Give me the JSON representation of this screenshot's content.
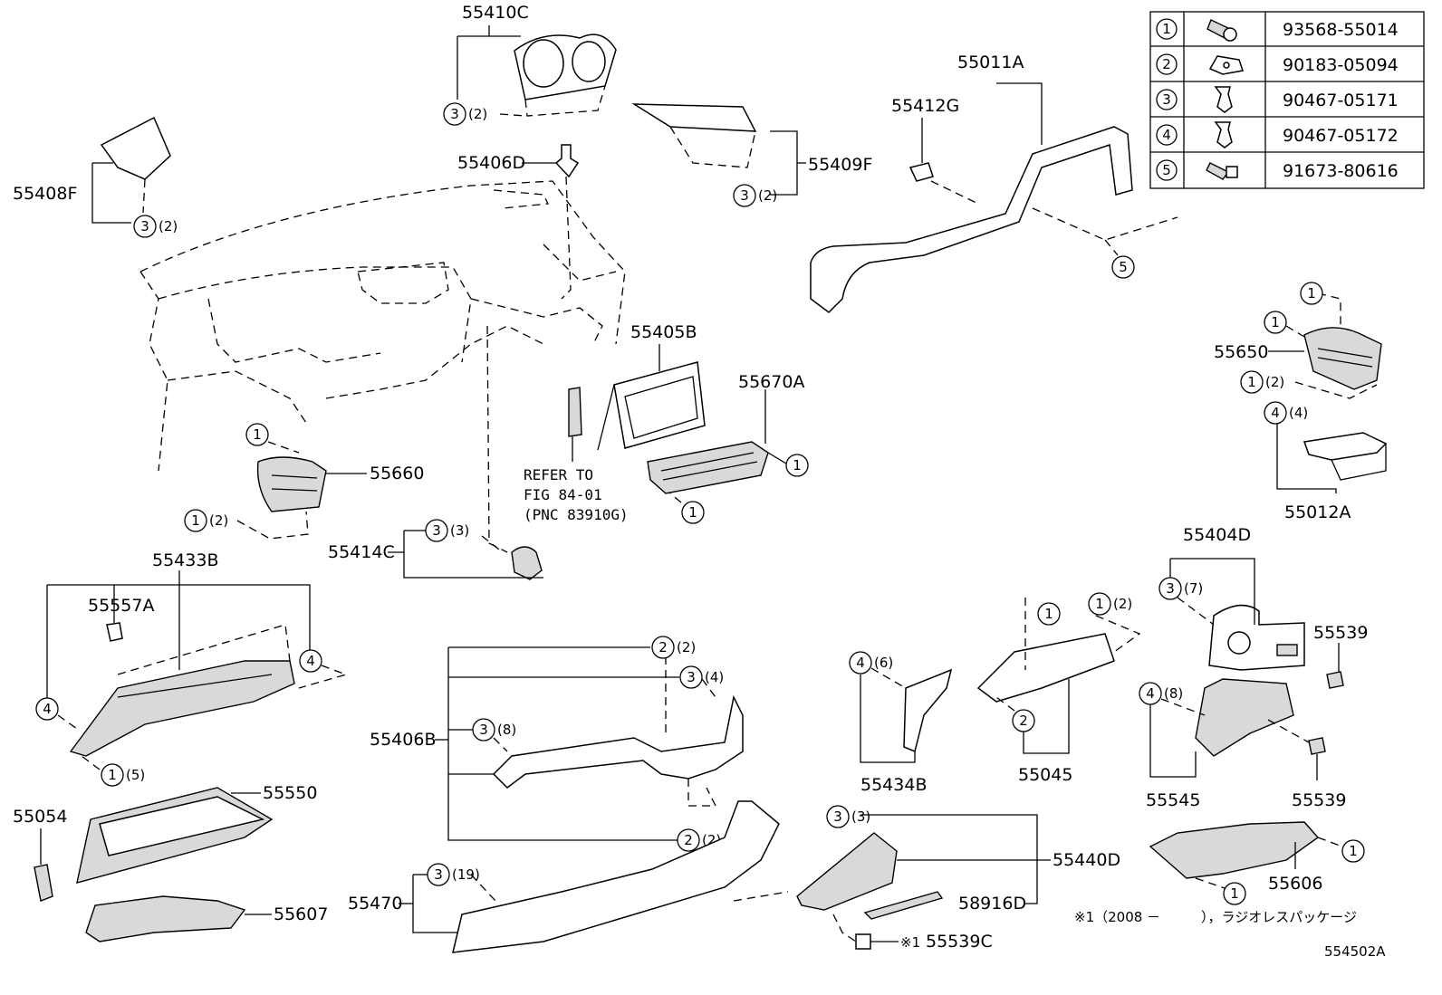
{
  "diagram_id": "554502A",
  "footnote": "※1（2008 －　　　），ラジオレスパッケージ",
  "fasteners": [
    {
      "ref": "1",
      "part_no": "93568-55014",
      "icon": "screw-icon"
    },
    {
      "ref": "2",
      "part_no": "90183-05094",
      "icon": "clip-nut-icon"
    },
    {
      "ref": "3",
      "part_no": "90467-05171",
      "icon": "push-clip-icon"
    },
    {
      "ref": "4",
      "part_no": "90467-05172",
      "icon": "push-clip-icon"
    },
    {
      "ref": "5",
      "part_no": "91673-80616",
      "icon": "bolt-icon"
    }
  ],
  "part_labels": {
    "p55410C": "55410C",
    "p55406D": "55406D",
    "p55409F": "55409F",
    "p55408F": "55408F",
    "p55011A": "55011A",
    "p55412G": "55412G",
    "p55405B": "55405B",
    "p55670A": "55670A",
    "p55650": "55650",
    "p55012A": "55012A",
    "p55660": "55660",
    "p55414C": "55414C",
    "p55433B": "55433B",
    "p55557A": "55557A",
    "p55404D": "55404D",
    "p55539a": "55539",
    "p55539b": "55539",
    "p55545": "55545",
    "p55045": "55045",
    "p55434B": "55434B",
    "p55406B": "55406B",
    "p55550": "55550",
    "p55054": "55054",
    "p55607": "55607",
    "p55470": "55470",
    "p55440D": "55440D",
    "p58916D": "58916D",
    "p55539C": "55539C",
    "p55606": "55606"
  },
  "refer_note": [
    "REFER TO",
    "FIG 84-01",
    "(PNC 83910G)"
  ],
  "callouts": [
    {
      "n": "3",
      "q": "(2)"
    },
    {
      "n": "3",
      "q": "(2)"
    },
    {
      "n": "3",
      "q": "(2)"
    },
    {
      "n": "5",
      "q": ""
    },
    {
      "n": "1",
      "q": ""
    },
    {
      "n": "1",
      "q": ""
    },
    {
      "n": "1",
      "q": "(2)"
    },
    {
      "n": "4",
      "q": "(4)"
    },
    {
      "n": "1",
      "q": ""
    },
    {
      "n": "1",
      "q": ""
    },
    {
      "n": "1",
      "q": ""
    },
    {
      "n": "1",
      "q": "(2)"
    },
    {
      "n": "3",
      "q": "(3)"
    },
    {
      "n": "4",
      "q": ""
    },
    {
      "n": "4",
      "q": ""
    },
    {
      "n": "1",
      "q": "(5)"
    },
    {
      "n": "2",
      "q": "(2)"
    },
    {
      "n": "3",
      "q": "(4)"
    },
    {
      "n": "3",
      "q": "(8)"
    },
    {
      "n": "2",
      "q": "(2)"
    },
    {
      "n": "3",
      "q": "(19)"
    },
    {
      "n": "3",
      "q": "(3)"
    },
    {
      "n": "4",
      "q": "(6)"
    },
    {
      "n": "1",
      "q": ""
    },
    {
      "n": "1",
      "q": "(2)"
    },
    {
      "n": "2",
      "q": ""
    },
    {
      "n": "3",
      "q": "(7)"
    },
    {
      "n": "4",
      "q": "(8)"
    },
    {
      "n": "1",
      "q": ""
    },
    {
      "n": "1",
      "q": ""
    }
  ],
  "footnote_marks": [
    "※1",
    "※1"
  ]
}
